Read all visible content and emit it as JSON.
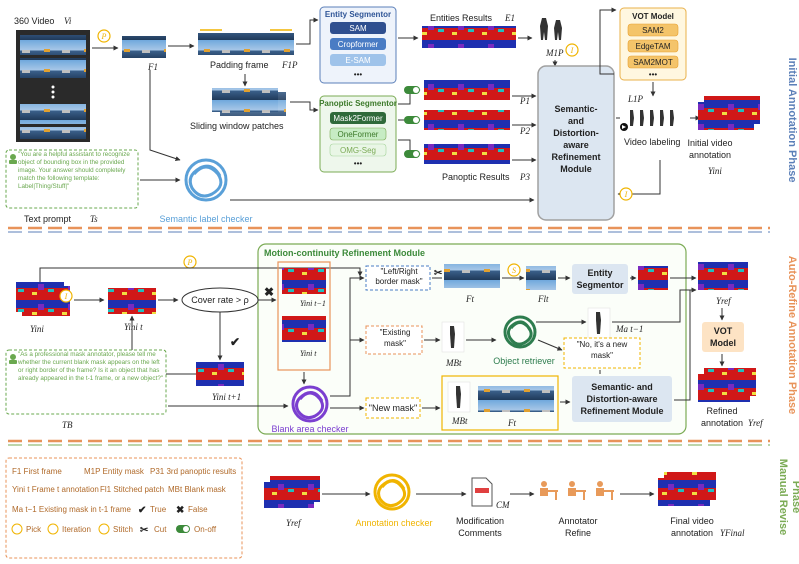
{
  "phases": {
    "initial": "Initial Annotation Phase",
    "autorefine": "Auto-Refine Annotation Phase",
    "manual_line1": "Manual Revise",
    "manual_line2": "Phase"
  },
  "colors": {
    "initial": "#5b7fb8",
    "autorefine": "#e8935a",
    "manual": "#7bab55",
    "pick": "#f0b400",
    "text_prompt_green": "#6aa84f",
    "checker_blue": "#5aa0d8",
    "checker_purple": "#7b3fd0",
    "annotation_yellow": "#f0b400"
  },
  "phase1": {
    "video_label": "360 Video",
    "video_sym": "Vi",
    "f1": "F1",
    "padding_label": "Padding frame",
    "padding_sym": "F1P",
    "sliding_label": "Sliding window patches",
    "entity_seg": {
      "title": "Entity Segmentor",
      "items": [
        "SAM",
        "Cropformer",
        "E-SAM",
        "•••"
      ]
    },
    "panoptic_seg": {
      "title": "Panoptic Segmentor",
      "items": [
        "Mask2Former",
        "OneFormer",
        "OMG-Seg",
        "•••"
      ]
    },
    "entities_results": "Entities Results",
    "entities_sym": "E1",
    "m1p": "M1P",
    "p1": "P1",
    "p2": "P2",
    "p3": "P3",
    "panoptic_results": "Panoptic Results",
    "refine_module": [
      "Semantic-",
      "and",
      "Distortion-",
      "aware",
      "Refinement",
      "Module"
    ],
    "vot": {
      "title": "VOT Model",
      "items": [
        "SAM2",
        "EdgeTAM",
        "SAM2MOT",
        "•••"
      ]
    },
    "l1p": "L1P",
    "video_labeling": "Video labeling",
    "initial_annotation": [
      "Initial video",
      "annotation"
    ],
    "yini": "Yini",
    "text_prompt_box": "\"You are a helpful assistant to recognize object of bounding box in the provided image. Your answer should completely match the following template: Label|Thing/Stuff|\"",
    "text_prompt": "Text prompt",
    "ts": "Ts",
    "semantic_checker": "Semantic label checker"
  },
  "phase2": {
    "module_title": "Motion-continuity Refinement Module",
    "yini": "Yini",
    "yini_t": "Yini t",
    "yini_t1": "Yini t+1",
    "yini_tm1": "Yini t−1",
    "cover_rate": "Cover rate > ρ",
    "prompt_box": "\"As a professional mask annotator, please tell me whether the current blank mask appears on the left or right border of the frame? Is it an object that has already appeared in the t-1 frame, or a new object?\"",
    "tb": "TB",
    "lr_border": "\"Left/Right border mask\"",
    "existing": "\"Existing mask\"",
    "new_mask": "\"New mask\"",
    "no_new": "\"No, it's a new mask\"",
    "ft": "Ft",
    "flt": "Flt",
    "mbt": "MBt",
    "mat1": "Ma t−1",
    "entity_seg": [
      "Entity",
      "Segmentor"
    ],
    "object_retriever": "Object retriever",
    "blank_checker": "Blank area checker",
    "refine_module": [
      "Semantic- and",
      "Distortion-aware",
      "Refinement Module"
    ],
    "vot": [
      "VOT",
      "Model"
    ],
    "yref": "Yref",
    "refined": [
      "Refined",
      "annotation"
    ]
  },
  "phase3": {
    "yref": "Yref",
    "annotation_checker": "Annotation checker",
    "mod_comments": [
      "Modification",
      "Comments"
    ],
    "cm": "CM",
    "annotator_refine": [
      "Annotator",
      "Refine"
    ],
    "final": [
      "Final video",
      "annotation"
    ],
    "yfinal": "YFinal"
  },
  "legend": {
    "items": [
      "F1 First frame",
      "M1P Entity mask",
      "P31 3rd panoptic results",
      "Yini t Frame t annotation",
      "Fl1 Stitched patch",
      "MBt Blank mask",
      "Ma t−1 Existing mask in t-1 frame",
      "True",
      "False",
      "Pick",
      "Iteration",
      "Stitch",
      "Cut",
      "On-off"
    ]
  }
}
